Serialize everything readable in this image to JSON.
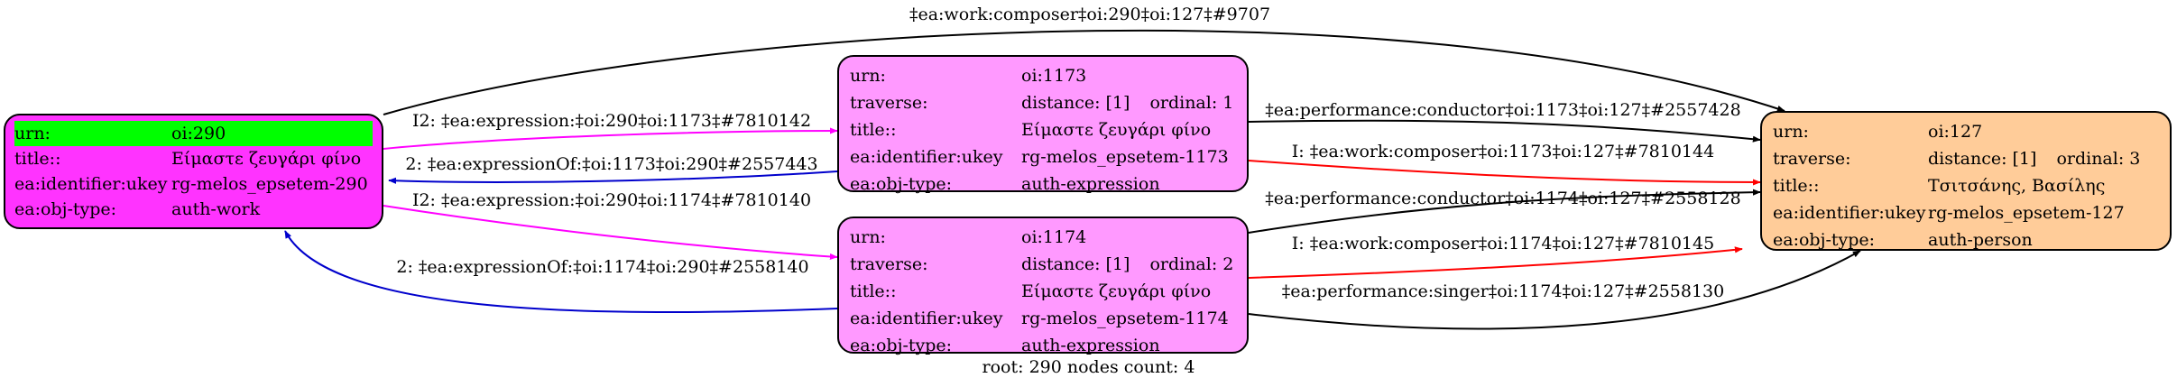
{
  "colors": {
    "root_fill": "#ff33ff",
    "expression_fill": "#ff99ff",
    "person_fill": "#ffcc99",
    "highlight": "#00ff00",
    "edge_black": "#000000",
    "edge_magenta": "#ff00ff",
    "edge_blue": "#0000cc",
    "edge_red": "#ff0000"
  },
  "nodes": {
    "work": {
      "urn_key": "urn:",
      "urn_val": "oi:290",
      "title_key": "title::",
      "title_val": "Είμαστε ζευγάρι φίνο",
      "ukey_key": "ea:identifier:ukey",
      "ukey_val": "rg-melos_epsetem-290",
      "type_key": "ea:obj-type:",
      "type_val": "auth-work"
    },
    "expr1173": {
      "urn_key": "urn:",
      "urn_val": "oi:1173",
      "trav_key": "traverse:",
      "trav_dist": "distance: [1]",
      "trav_ord": "ordinal: 1",
      "title_key": "title::",
      "title_val": "Είμαστε ζευγάρι φίνο",
      "ukey_key": "ea:identifier:ukey",
      "ukey_val": "rg-melos_epsetem-1173",
      "type_key": "ea:obj-type:",
      "type_val": "auth-expression"
    },
    "expr1174": {
      "urn_key": "urn:",
      "urn_val": "oi:1174",
      "trav_key": "traverse:",
      "trav_dist": "distance: [1]",
      "trav_ord": "ordinal: 2",
      "title_key": "title::",
      "title_val": "Είμαστε ζευγάρι φίνο",
      "ukey_key": "ea:identifier:ukey",
      "ukey_val": "rg-melos_epsetem-1174",
      "type_key": "ea:obj-type:",
      "type_val": "auth-expression"
    },
    "person": {
      "urn_key": "urn:",
      "urn_val": "oi:127",
      "trav_key": "traverse:",
      "trav_dist": "distance: [1]",
      "trav_ord": "ordinal: 3",
      "title_key": "title::",
      "title_val": "Τσιτσάνης, Βασίλης",
      "ukey_key": "ea:identifier:ukey",
      "ukey_val": "rg-melos_epsetem-127",
      "type_key": "ea:obj-type:",
      "type_val": "auth-person"
    }
  },
  "edges": {
    "work_composer": "‡ea:work:composer‡oi:290‡oi:127‡#9707",
    "expr1173": "I2: ‡ea:expression:‡oi:290‡oi:1173‡#7810142",
    "exprOf1173": "2: ‡ea:expressionOf:‡oi:1173‡oi:290‡#2557443",
    "expr1174": "I2: ‡ea:expression:‡oi:290‡oi:1174‡#7810140",
    "exprOf1174": "2: ‡ea:expressionOf:‡oi:1174‡oi:290‡#2558140",
    "conductor1173": "‡ea:performance:conductor‡oi:1173‡oi:127‡#2557428",
    "composer1173": "I: ‡ea:work:composer‡oi:1173‡oi:127‡#7810144",
    "conductor1174": "‡ea:performance:conductor‡oi:1174‡oi:127‡#2558128",
    "composer1174": "I: ‡ea:work:composer‡oi:1174‡oi:127‡#7810145",
    "singer1174": "‡ea:performance:singer‡oi:1174‡oi:127‡#2558130"
  },
  "footer": "root: 290 nodes count: 4"
}
